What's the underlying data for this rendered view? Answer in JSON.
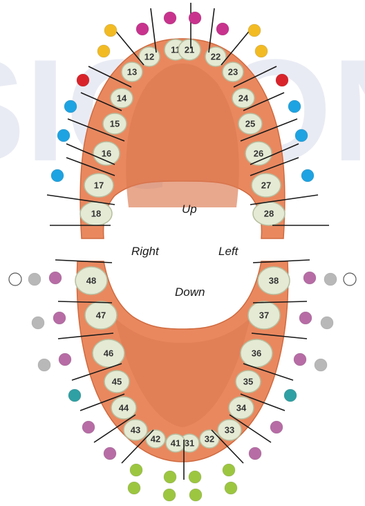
{
  "labels": {
    "up": "Up",
    "down": "Down",
    "right": "Right",
    "left": "Left"
  },
  "watermark": "SIQ ON",
  "colors": {
    "gum": "#e9885f",
    "gum_dark": "#cf6a3f",
    "palate": "#dc7a52",
    "tooth_fill": "#e4ead4",
    "tooth_stroke": "#b7bf9f",
    "number_text": "#333333",
    "line": "#1a1a1a",
    "watermark": "#e9ebf4",
    "dot_palette": {
      "magenta": "#c8338e",
      "yellow": "#f2bb24",
      "red": "#d9232a",
      "blue": "#1da3e2",
      "purple": "#b76ca5",
      "gray": "#b8b8b8",
      "white": "#ffffff",
      "teal": "#2fa0a4",
      "green": "#9cc640"
    }
  },
  "upper_teeth": [
    "11",
    "12",
    "13",
    "14",
    "15",
    "16",
    "17",
    "18",
    "21",
    "22",
    "23",
    "24",
    "25",
    "26",
    "27",
    "28"
  ],
  "lower_teeth": [
    "31",
    "32",
    "33",
    "34",
    "35",
    "36",
    "37",
    "38",
    "41",
    "42",
    "43",
    "44",
    "45",
    "46",
    "47",
    "48"
  ],
  "dots": {
    "11": [
      "magenta"
    ],
    "12": [
      "magenta"
    ],
    "13": [
      "yellow"
    ],
    "14": [
      "yellow"
    ],
    "15": [
      "red"
    ],
    "16": [
      "blue"
    ],
    "17": [
      "blue"
    ],
    "18": [
      "blue"
    ],
    "21": [
      "magenta"
    ],
    "22": [
      "magenta"
    ],
    "23": [
      "yellow"
    ],
    "24": [
      "yellow"
    ],
    "25": [
      "red"
    ],
    "26": [
      "blue"
    ],
    "27": [
      "blue"
    ],
    "28": [
      "blue"
    ],
    "48": [
      "purple",
      "gray",
      "white"
    ],
    "47": [
      "purple",
      "gray"
    ],
    "46": [
      "purple",
      "gray"
    ],
    "45": [
      "teal"
    ],
    "44": [
      "purple"
    ],
    "43": [
      "purple"
    ],
    "42": [
      "green",
      "green"
    ],
    "41": [
      "green",
      "green"
    ],
    "38": [
      "purple",
      "gray",
      "white"
    ],
    "37": [
      "purple",
      "gray"
    ],
    "36": [
      "purple",
      "gray"
    ],
    "35": [
      "teal"
    ],
    "34": [
      "purple"
    ],
    "33": [
      "purple"
    ],
    "32": [
      "green",
      "green"
    ],
    "31": [
      "green",
      "green"
    ]
  }
}
